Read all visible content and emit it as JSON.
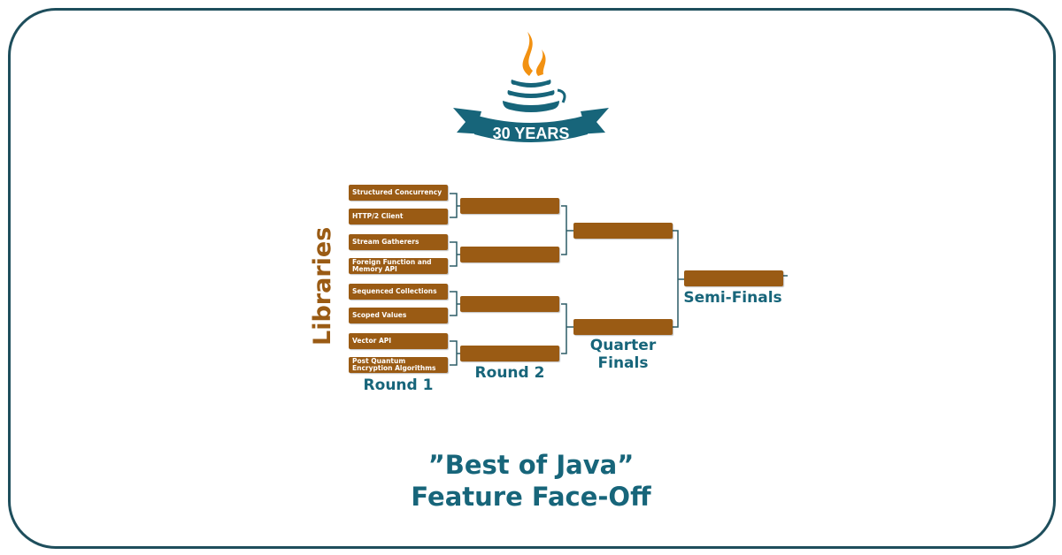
{
  "logo": {
    "badge_text": "30 YEARS",
    "colors": {
      "flame": "#f29111",
      "cup": "#17657a",
      "ribbon": "#17657a"
    }
  },
  "category": "Libraries",
  "rounds": {
    "round1": {
      "label": "Round 1",
      "slots": [
        "Structured Concurrency",
        "HTTP/2 Client",
        "Stream Gatherers",
        "Foreign Function and Memory API",
        "Sequenced Collections",
        "Scoped Values",
        "Vector API",
        "Post Quantum Encryption Algorithms"
      ]
    },
    "round2": {
      "label": "Round 2",
      "slots": [
        "",
        "",
        "",
        ""
      ]
    },
    "quarter": {
      "label": "Quarter\nFinals",
      "slots": [
        "",
        ""
      ]
    },
    "semi": {
      "label": "Semi-Finals",
      "slots": [
        ""
      ]
    }
  },
  "headline": {
    "line1": "”Best of Java”",
    "line2": "Feature Face-Off"
  },
  "colors": {
    "slot": "#9a5b14",
    "label": "#17657a",
    "frame": "#1e4e5c",
    "line": "#2c5c66"
  }
}
